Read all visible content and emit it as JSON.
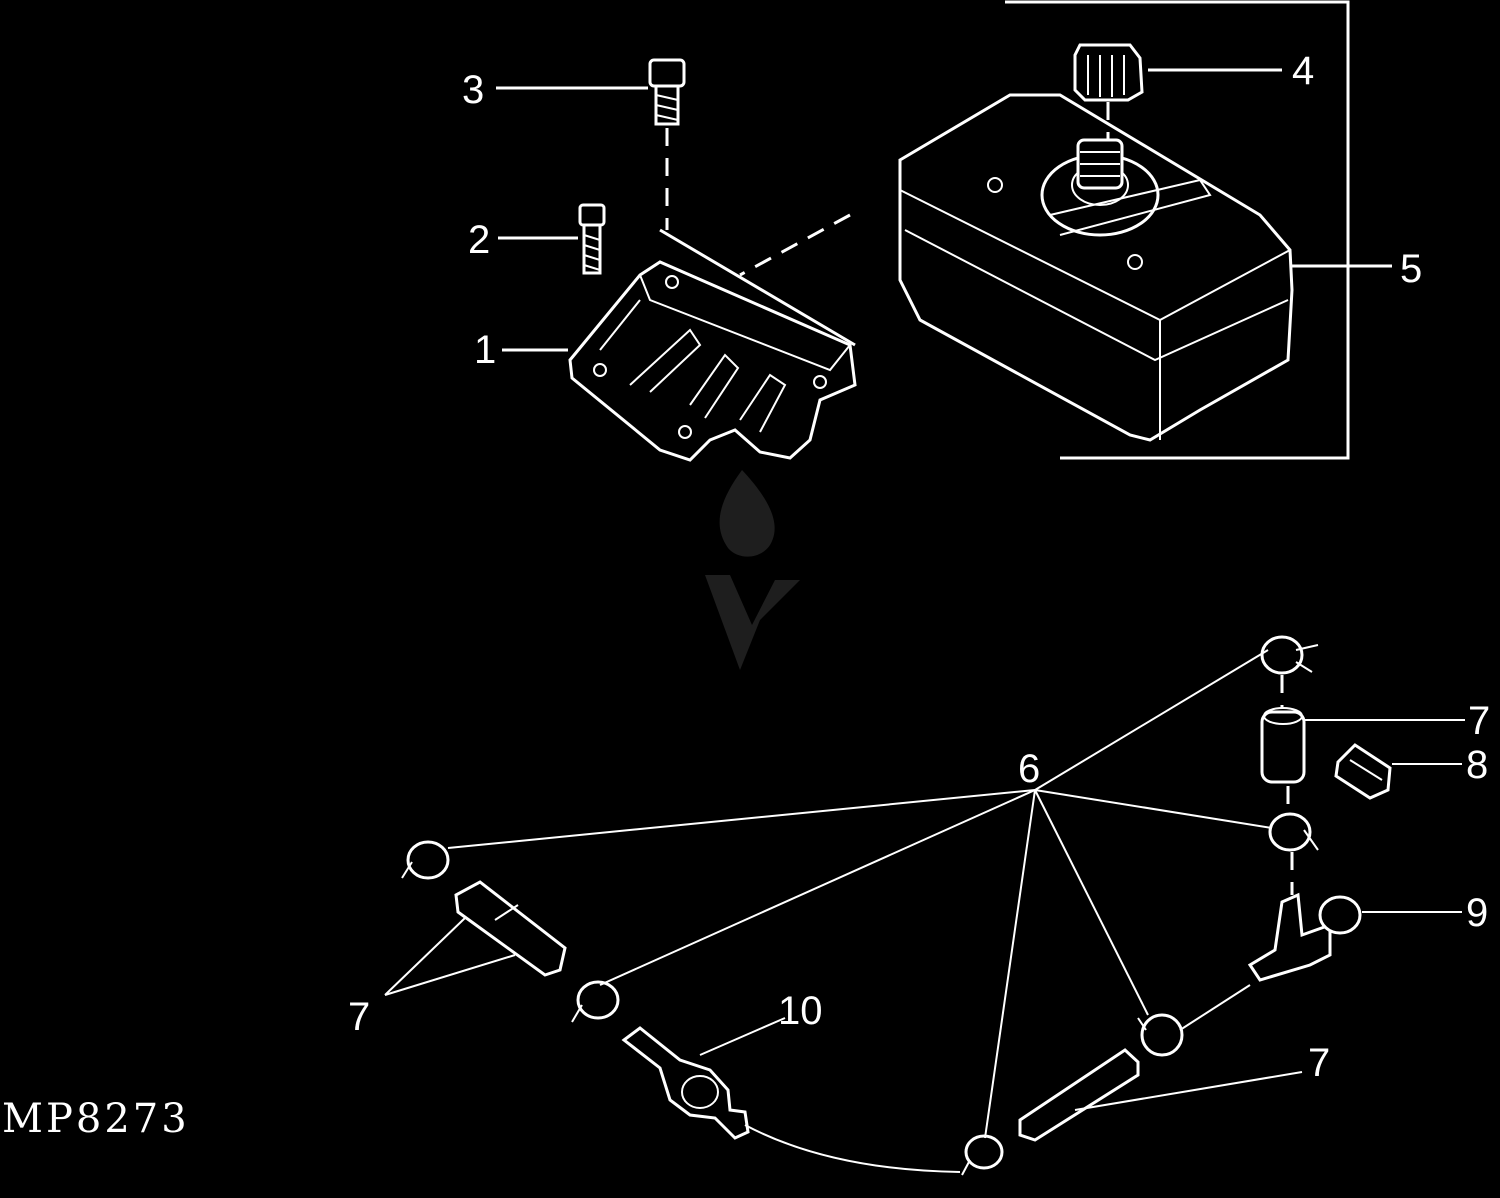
{
  "diagram": {
    "code": "MP8273",
    "callouts": [
      {
        "id": "c1",
        "label": "1"
      },
      {
        "id": "c2",
        "label": "2"
      },
      {
        "id": "c3",
        "label": "3"
      },
      {
        "id": "c4",
        "label": "4"
      },
      {
        "id": "c5",
        "label": "5"
      },
      {
        "id": "c6",
        "label": "6"
      },
      {
        "id": "c7a",
        "label": "7"
      },
      {
        "id": "c7b",
        "label": "7"
      },
      {
        "id": "c7c",
        "label": "7"
      },
      {
        "id": "c8",
        "label": "8"
      },
      {
        "id": "c9",
        "label": "9"
      },
      {
        "id": "c10",
        "label": "10"
      }
    ]
  },
  "colors": {
    "background": "#000000",
    "line": "#ffffff"
  }
}
